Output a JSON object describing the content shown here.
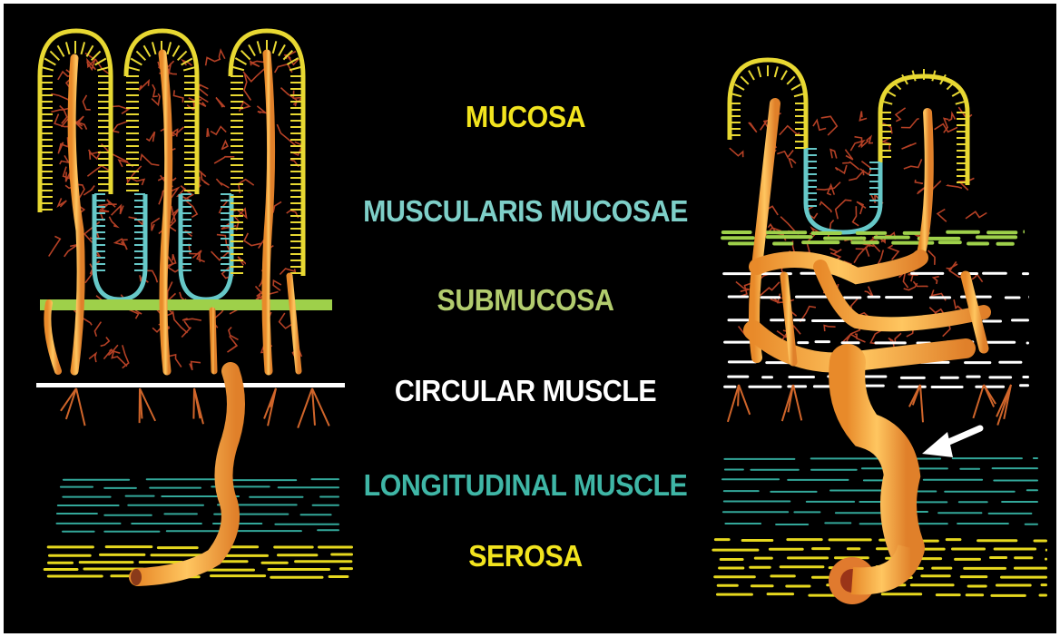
{
  "layers": [
    {
      "key": "mucosa",
      "label": "MUCOSA",
      "color": "#f2e41e"
    },
    {
      "key": "muscularis_mucosae",
      "label": "MUSCULARIS MUCOSAE",
      "color": "#7ecfc8"
    },
    {
      "key": "submucosa",
      "label": "SUBMUCOSA",
      "color": "#b2cc6e"
    },
    {
      "key": "circular_muscle",
      "label": "CIRCULAR MUSCLE",
      "color": "#ffffff"
    },
    {
      "key": "longitudinal_muscle",
      "label": "LONGITUDINAL MUSCLE",
      "color": "#3fb6a6"
    },
    {
      "key": "serosa",
      "label": "SEROSA",
      "color": "#f2e41e"
    }
  ],
  "colors": {
    "background": "#000000",
    "vessel": "#f0a040",
    "vessel_light": "#ffd070",
    "capillary": "#d2502a",
    "epithelium_yellow": "#e8d832",
    "epithelium_cyan": "#66c8c8",
    "submucosa_band": "#9ed04a",
    "circular_band": "#ffffff",
    "longitudinal_band": "#33a89a",
    "serosa_band": "#e6d81e"
  },
  "icons": {
    "arrow": "white-arrow-icon"
  }
}
